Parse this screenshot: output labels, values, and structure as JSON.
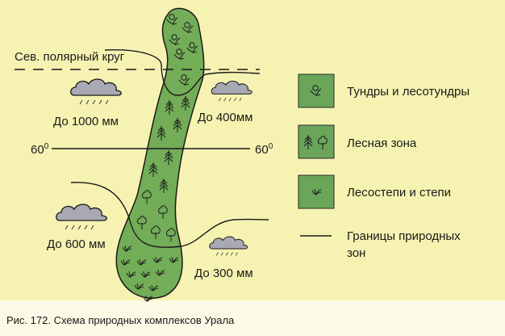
{
  "colors": {
    "background": "#f6f3b2",
    "zone_fill": "#73ad58",
    "legend_fill": "#6aa55a",
    "cloud": "#a9a9b4"
  },
  "map": {
    "polar_circle_label": "Сев. полярный круг",
    "latitude_left": "60",
    "latitude_right": "60",
    "degree_mark": "0",
    "precip_nw": "До 1000 мм",
    "precip_ne": "До 400мм",
    "precip_sw": "До 600 мм",
    "precip_se": "До 300 мм"
  },
  "legend": {
    "items": [
      {
        "icon": "tundra-icon",
        "label": "Тундры и лесотундры"
      },
      {
        "icon": "forest-icon",
        "label": "Лесная зона"
      },
      {
        "icon": "steppe-grass-icon",
        "label": "Лесостепи и степи"
      }
    ],
    "boundary_label_line1": "Границы природных",
    "boundary_label_line2": "зон"
  },
  "caption": "Рис. 172. Схема природных комплексов Урала"
}
